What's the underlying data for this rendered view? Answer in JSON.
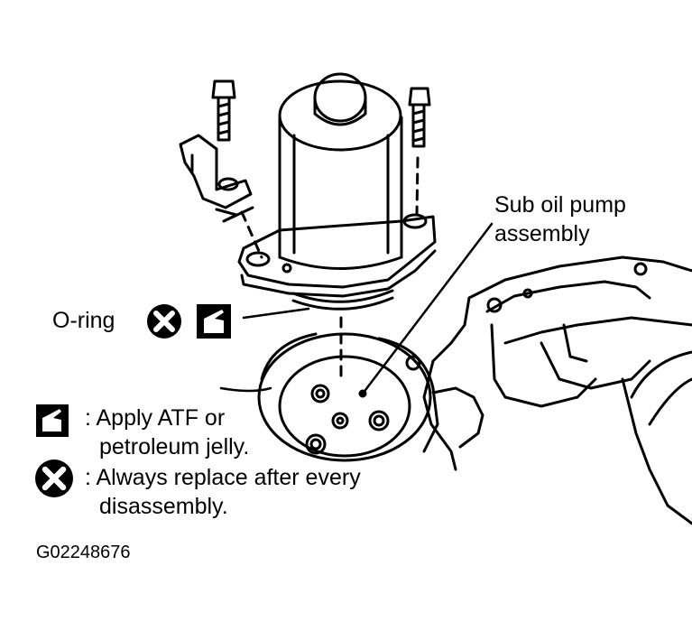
{
  "labels": {
    "sub_oil_pump_line1": "Sub oil pump",
    "sub_oil_pump_line2": "assembly",
    "o_ring": "O-ring",
    "legend_atf_line1": ": Apply ATF or",
    "legend_atf_line2": "petroleum jelly.",
    "legend_replace_line1": ": Always replace after every",
    "legend_replace_line2": "disassembly.",
    "figure_id": "G02248676"
  },
  "icons": {
    "replace": "x-circle-icon",
    "lubricate": "oil-can-icon"
  },
  "colors": {
    "ink": "#000000",
    "paper": "#ffffff"
  }
}
